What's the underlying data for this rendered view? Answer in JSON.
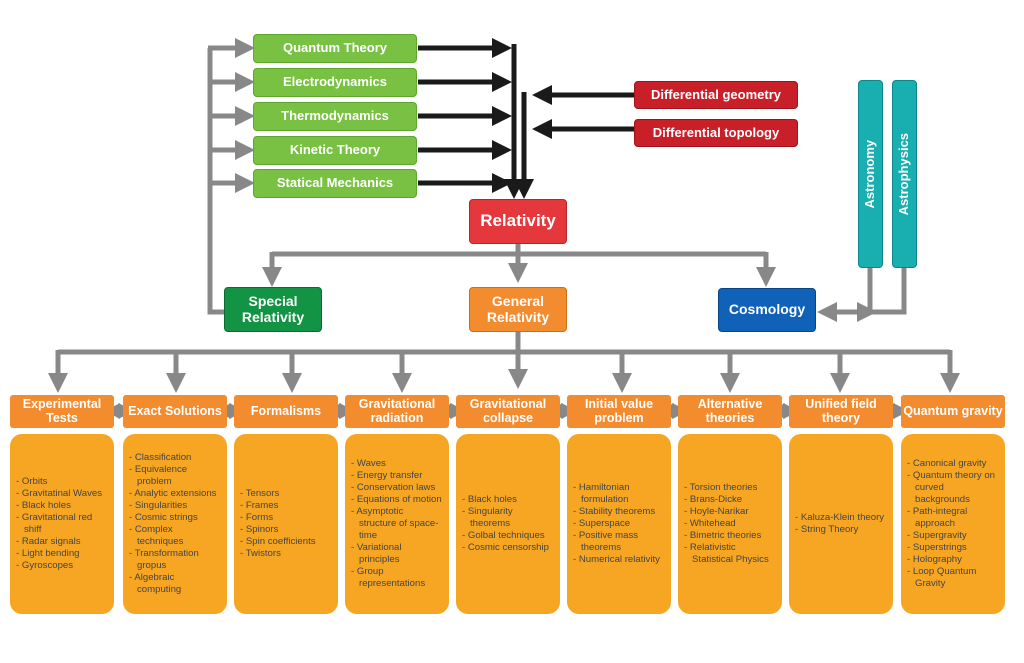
{
  "physics_boxes": [
    "Quantum Theory",
    "Electrodynamics",
    "Thermodynamics",
    "Kinetic Theory",
    "Statical Mechanics"
  ],
  "math_boxes": [
    "Differential geometry",
    "Differential topology"
  ],
  "astro_boxes": [
    "Astronomy",
    "Astrophysics"
  ],
  "center": "Relativity",
  "branches": {
    "special": "Special Relativity",
    "general": "General Relativity",
    "cosmology": "Cosmology"
  },
  "topics": [
    {
      "title": "Experimental Tests",
      "items": [
        "Orbits",
        "Gravitatinal Waves",
        "Black holes",
        "Gravitational red shiff",
        "Radar signals",
        "Light bending",
        "Gyroscopes"
      ]
    },
    {
      "title": "Exact Solutions",
      "items": [
        "Classification",
        "Equivalence problem",
        "Analytic extensions",
        "Singularities",
        "Cosmic strings",
        "Complex techniques",
        "Transformation gropus",
        "Algebraic computing"
      ]
    },
    {
      "title": "Formalisms",
      "items": [
        "Tensors",
        "Frames",
        "Forms",
        "Spinors",
        "Spin coefficients",
        "Twistors"
      ]
    },
    {
      "title": "Gravitational radiation",
      "items": [
        "Waves",
        "Energy transfer",
        "Conservation laws",
        "Equations of motion",
        "Asymptotic structure of space-time",
        "Variational principles",
        "Group representations"
      ]
    },
    {
      "title": "Gravitational collapse",
      "items": [
        "Black holes",
        "Singularity theorems",
        "Golbal techniques",
        "Cosmic censorship"
      ]
    },
    {
      "title": "Initial value problem",
      "items": [
        "Hamiltonian formulation",
        "Stability theorems",
        "Superspace",
        "Positive mass theorems",
        "Numerical relativity"
      ]
    },
    {
      "title": "Alternative theories",
      "items": [
        "Torsion theories",
        "Brans-Dicke",
        "Hoyle-Narikar",
        "Whitehead",
        "Bimetric theories",
        "Relativistic Statistical Physics"
      ]
    },
    {
      "title": "Unified field theory",
      "items": [
        "Kaluza-Klein theory",
        "String Theory"
      ]
    },
    {
      "title": "Quantum gravity",
      "items": [
        "Canonical gravity",
        "Quantum theory on curved backgrounds",
        "Path-integral approach",
        "Supergravity",
        "Superstrings",
        "Holography",
        "Loop Quantum Gravity"
      ]
    }
  ]
}
